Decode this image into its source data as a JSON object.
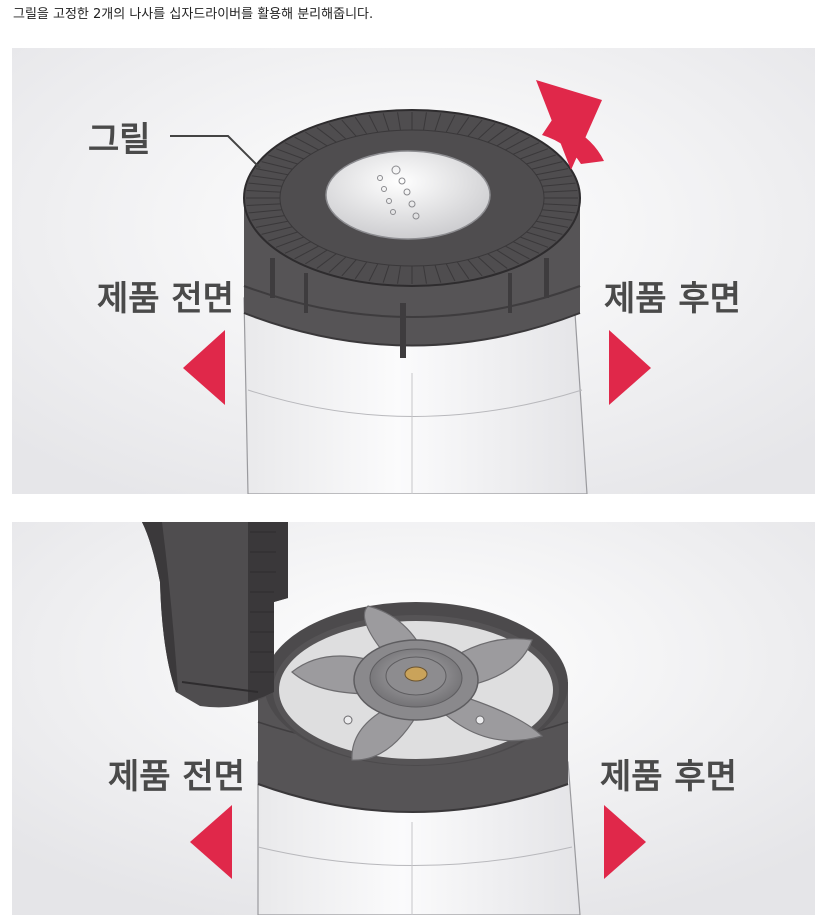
{
  "caption": "그릴을 고정한 2개의 나사를 십자드라이버를 활용해 분리해줍니다.",
  "panel1": {
    "grill_label": "그릴",
    "front_label": "제품 전면",
    "back_label": "제품 후면"
  },
  "panel2": {
    "front_label": "제품 전면",
    "back_label": "제품 후면"
  },
  "colors": {
    "accent_red": "#e0284a",
    "body_dark": "#565456",
    "body_light": "#f4f4f5",
    "background": "#eeeef0"
  }
}
